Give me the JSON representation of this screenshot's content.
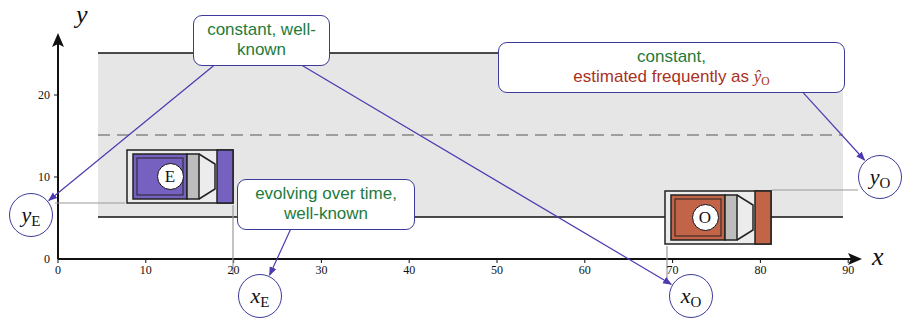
{
  "diagram": {
    "nodes": [
      {
        "text": [
          "constant, well-known"
        ]
      },
      {
        "text": [
          "constant,",
          "estimated frequently as ŷO"
        ]
      },
      {
        "text": [
          "E"
        ]
      },
      {
        "text": [
          "yO"
        ]
      },
      {
        "text": [
          "evolving over time, well-known"
        ]
      },
      {
        "text": [
          "yE"
        ]
      },
      {
        "text": [
          "O"
        ]
      },
      {
        "text": [
          "xE"
        ]
      },
      {
        "text": [
          "xO"
        ]
      }
    ],
    "edges": [
      {
        "from": 0,
        "to": 5,
        "arrow": "to"
      },
      {
        "from": 0,
        "to": 8,
        "arrow": "to"
      },
      {
        "from": 1,
        "to": 3,
        "arrow": "to"
      },
      {
        "from": 4,
        "to": 7,
        "arrow": "to"
      }
    ],
    "labels": [
      "y",
      "x",
      "0",
      "10",
      "20",
      "30",
      "40",
      "50",
      "60",
      "70",
      "80",
      "90",
      "0",
      "10",
      "20"
    ]
  }
}
